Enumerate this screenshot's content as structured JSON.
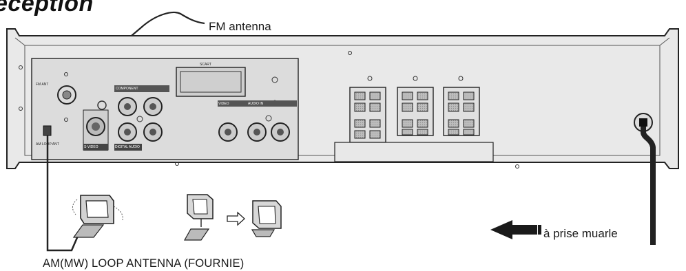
{
  "title": "eception",
  "labels": {
    "fm_antenna": "FM antenna",
    "mains": "à prise muarle",
    "am_loop": "AM(MW) LOOP ANTENNA (FOURNIE)"
  },
  "panel_labels": {
    "scart": "SCART",
    "fm_ant": "FM ANT",
    "svideo": "S-VIDEO",
    "digital_audio": "DIGITAL AUDIO",
    "am_loop_ant": "AM LOOP ANT",
    "audio_in": "AUDIO IN",
    "video": "VIDEO",
    "component": "COMPONENT"
  },
  "colors": {
    "ink": "#1a1a1a",
    "panel_gray": "#cfcfcf",
    "dark_gray": "#555555",
    "arrow": "#222222"
  },
  "icons": {
    "arrow": "left-arrow-icon",
    "plug": "power-plug-icon",
    "antenna": "loop-antenna-icon"
  }
}
